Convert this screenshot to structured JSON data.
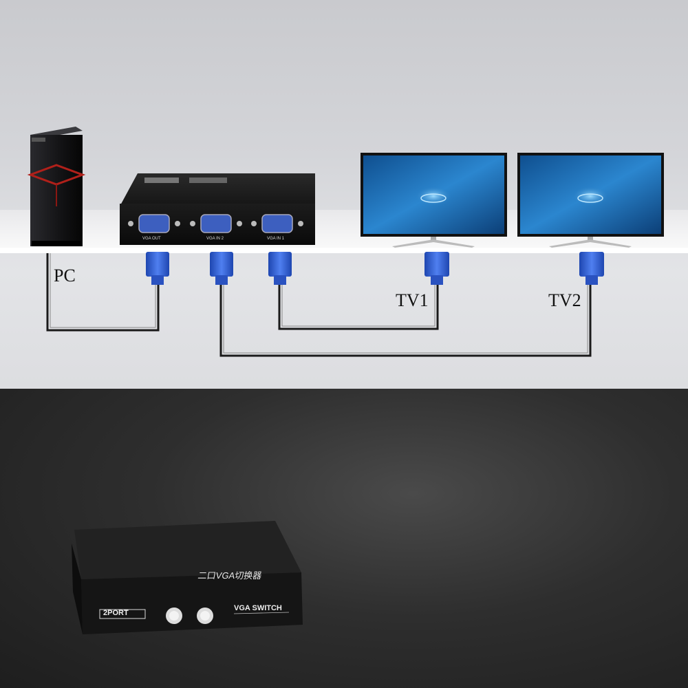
{
  "diagram": {
    "pc_label": "PC",
    "tv1_label": "TV1",
    "tv2_label": "TV2"
  },
  "switch_top": {
    "port_labels": [
      "VGA OUT",
      "VGA IN 2",
      "VGA IN 1"
    ]
  },
  "switch_bottom": {
    "port_badge": "2PORT",
    "title": "VGA SWITCH",
    "chinese_label": "二口VGA切换器"
  },
  "colors": {
    "connector_blue": "#2f5fd0",
    "cable": "#1a1a1a",
    "screen_blue": "#1f6fb8"
  }
}
